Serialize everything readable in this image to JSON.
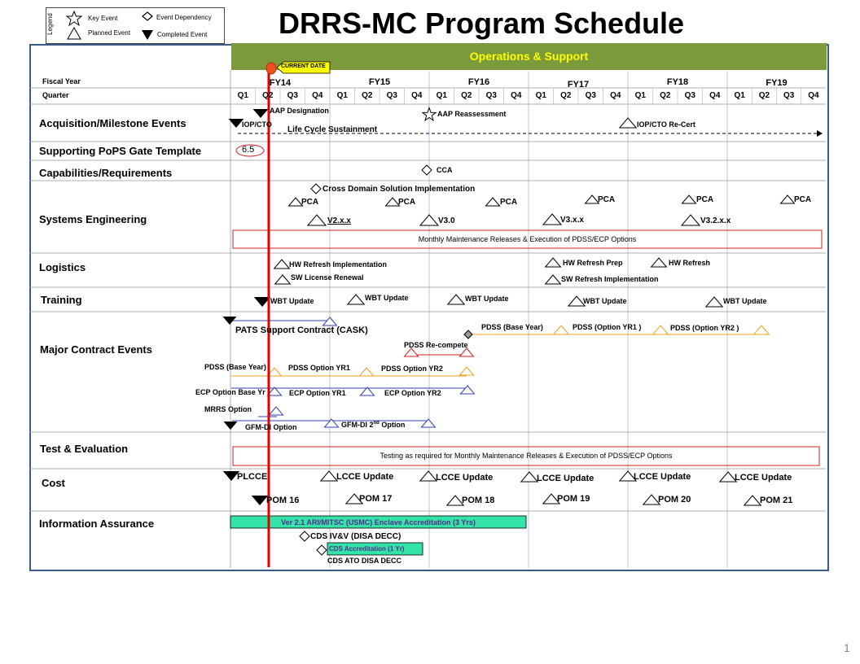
{
  "title": "DRRS-MC Program Schedule",
  "page_number": "1",
  "legend": {
    "heading": "Legend",
    "key_event": "Key Event",
    "planned_event": "Planned Event",
    "event_dependency": "Event Dependency",
    "completed_event": "Completed Event"
  },
  "banner": "Operations & Support",
  "current_date": "CURRENT DATE",
  "fiscal_year_label": "Fiscal Year",
  "quarter_label": "Quarter",
  "fiscal_years": [
    "FY14",
    "FY15",
    "FY16",
    "FY17",
    "FY18",
    "FY19"
  ],
  "quarters": [
    "Q1",
    "Q2",
    "Q3",
    "Q4",
    "Q1",
    "Q2",
    "Q3",
    "Q4",
    "Q1",
    "Q2",
    "Q3",
    "Q4",
    "Q1",
    "Q2",
    "Q3",
    "Q4",
    "Q1",
    "Q2",
    "Q3",
    "Q4",
    "Q1",
    "Q2",
    "Q3",
    "Q4"
  ],
  "rows": [
    "Acquisition/Milestone Events",
    "Supporting PoPS Gate Template",
    "Capabilities/Requirements",
    "Systems Engineering",
    "Logistics",
    "Training",
    "Major Contract Events",
    "Test & Evaluation",
    "Cost",
    "Information Assurance"
  ],
  "acquisition": {
    "aap_designation": "AAP Designation",
    "iop_cto": "IOP/CTO",
    "life_cycle": "Life Cycle Sustainment",
    "aap_reassessment": "AAP Reassessment",
    "iop_recert": "IOP/CTO Re-Cert"
  },
  "pops": {
    "gate": "6.5"
  },
  "capabilities": {
    "cca": "CCA"
  },
  "systems_engineering": {
    "cds_impl": "Cross Domain Solution Implementation",
    "pca": "PCA",
    "v2": "V2.x.x",
    "v3": "V3.0",
    "v3xx": "V3.x.x",
    "v32": "V3.2.x.x",
    "monthly": "Monthly Maintenance Releases & Execution of PDSS/ECP  Options"
  },
  "logistics": {
    "hw_refresh_impl": "HW Refresh Implementation",
    "sw_license": "SW License Renewal",
    "hw_refresh_prep": "HW Refresh Prep",
    "hw_refresh": "HW Refresh",
    "sw_refresh_impl": "SW Refresh Implementation"
  },
  "training": {
    "wbt": "WBT Update"
  },
  "contracts": {
    "pats": "PATS Support Contract  (CASK)",
    "pdss_base": "PDSS (Base Year)",
    "pdss_opt1": "PDSS (Option YR1 )",
    "pdss_opt2": "PDSS (Option YR2 )",
    "pdss_recompete": "PDSS Re-compete",
    "pdss_base2": "PDSS (Base Year)",
    "pdss_option_yr1": "PDSS Option YR1",
    "pdss_option_yr2": "PDSS Option YR2",
    "ecp_base": "ECP Option  Base Yr",
    "ecp_yr1": "ECP Option  YR1",
    "ecp_yr2": "ECP Option  YR2",
    "mrrs": "MRRS Option",
    "gfm_di": "GFM-DI Option",
    "gfm_di_2_pre": "GFM-DI  2",
    "gfm_di_2_sup": "nd",
    "gfm_di_2_post": " Option"
  },
  "test_eval": {
    "testing": "Testing as required  for Monthly Maintenance Releases & Execution of PDSS/ECP  Options"
  },
  "cost": {
    "plcce": "PLCCE",
    "lcce": "LCCE Update",
    "pom16": "POM 16",
    "pom17": "POM 17",
    "pom18": "POM 18",
    "pom19": "POM 19",
    "pom20": "POM 20",
    "pom21": "POM 21"
  },
  "ia": {
    "accreditation": "Ver 2.1 ARI/MITSC (USMC) Enclave Accreditation  (3 Yrs)",
    "cds_ivv": "CDS IV&V (DISA DECC)",
    "cds_accred": "CDS Accreditation (1 Yr)",
    "cds_ato": "CDS ATO DISA DECC"
  },
  "colors": {
    "banner": "#7b9a3c",
    "banner_text": "#ffff00",
    "current_line": "#e00000",
    "current_flag": "#ffff00",
    "accreditation_bar": "#33e3a8",
    "pdss_line": "#f0a020",
    "ecp_line": "#3040b0",
    "frame": "#3a5a88",
    "box_border": "#d02020"
  }
}
